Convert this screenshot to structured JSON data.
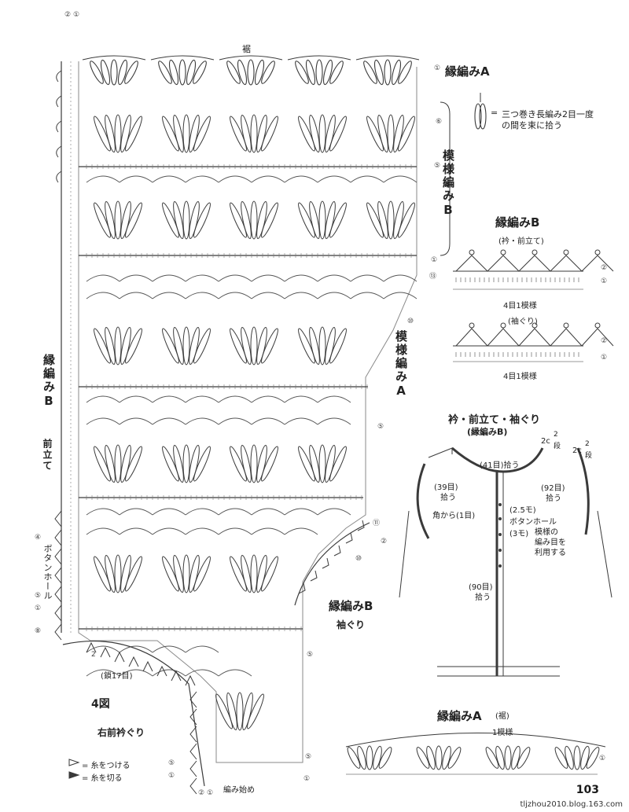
{
  "top_label": "裾",
  "edging_a_top": "縁編みA",
  "pattern_a_vertical_top": "模様編みB",
  "pattern_a_vertical_mid": "模様編みA",
  "edging_b_left_vertical": "縁編みB",
  "front_band_vertical": "前立て",
  "buttonhole_vertical": "ボタンホール",
  "legend_symbol": {
    "text_line1": "三つ巻き長編み2目一度",
    "text_line2": "の間を束に拾う",
    "equals": "="
  },
  "edging_b_panel": {
    "title": "縁編みB",
    "collar_label": "(衿・前立て)",
    "repeat_collar": "4目1模様",
    "armhole_label": "(袖ぐり)",
    "repeat_armhole": "4目1模様"
  },
  "schematic": {
    "title": "衿・前立て・袖ぐり",
    "subtitle": "(縁編みB)",
    "collar_pickup": "(41目)拾う",
    "left_pickup_count": "(39目)",
    "left_pickup_action": "拾う",
    "right_pickup_count": "(92目)",
    "right_pickup_action": "拾う",
    "corner": "角から(1目)",
    "spacing_a": "(2.5モ)",
    "buttonhole_label": "ボタンホール",
    "buttonhole_note1": "模様の",
    "buttonhole_note2": "編み目を",
    "buttonhole_note3": "利用する",
    "spacing_b": "(3モ)",
    "front_pickup_count": "(90目)",
    "front_pickup_action": "拾う",
    "rows_left": "2c",
    "rows_left_num": "2",
    "rows_left_unit": "段",
    "rows_right": "2c",
    "rows_right_num": "2",
    "rows_right_unit": "段"
  },
  "armhole_edging": {
    "title": "縁編みB",
    "subtitle": "袖ぐり"
  },
  "figure": {
    "number": "4図",
    "name": "右前衿ぐり",
    "chain_count": "(鎖17目)",
    "start": "編み始め"
  },
  "thread_legend": {
    "attach": "= 糸をつける",
    "cut": "= 糸を切る"
  },
  "hem_edging": {
    "title": "縁編みA",
    "title_note": "(裾)",
    "repeat": "1模様"
  },
  "row_markers": {
    "top_left_a": "②",
    "top_left_b": "①",
    "r1": "①",
    "r6": "⑥",
    "r5": "⑤",
    "r1b": "①",
    "r13": "⑬",
    "r10": "⑩",
    "r5b": "⑤",
    "r11": "⑪",
    "r2": "②",
    "r10b": "⑩",
    "r5c": "⑤",
    "r5d": "⑤",
    "r1c": "①",
    "left4": "④",
    "left5": "⑤",
    "left1": "①",
    "left8": "⑧",
    "bottom_left": "⑤",
    "bottom_left2": "①",
    "bottom_2": "②",
    "bottom_1": "①",
    "panel_2a": "②",
    "panel_1a": "①",
    "panel_2b": "②",
    "panel_1b": "①",
    "hem_1": "①",
    "inner_2": "2"
  },
  "page_number": "103",
  "footer": "tljzhou2010.blog.163.com"
}
